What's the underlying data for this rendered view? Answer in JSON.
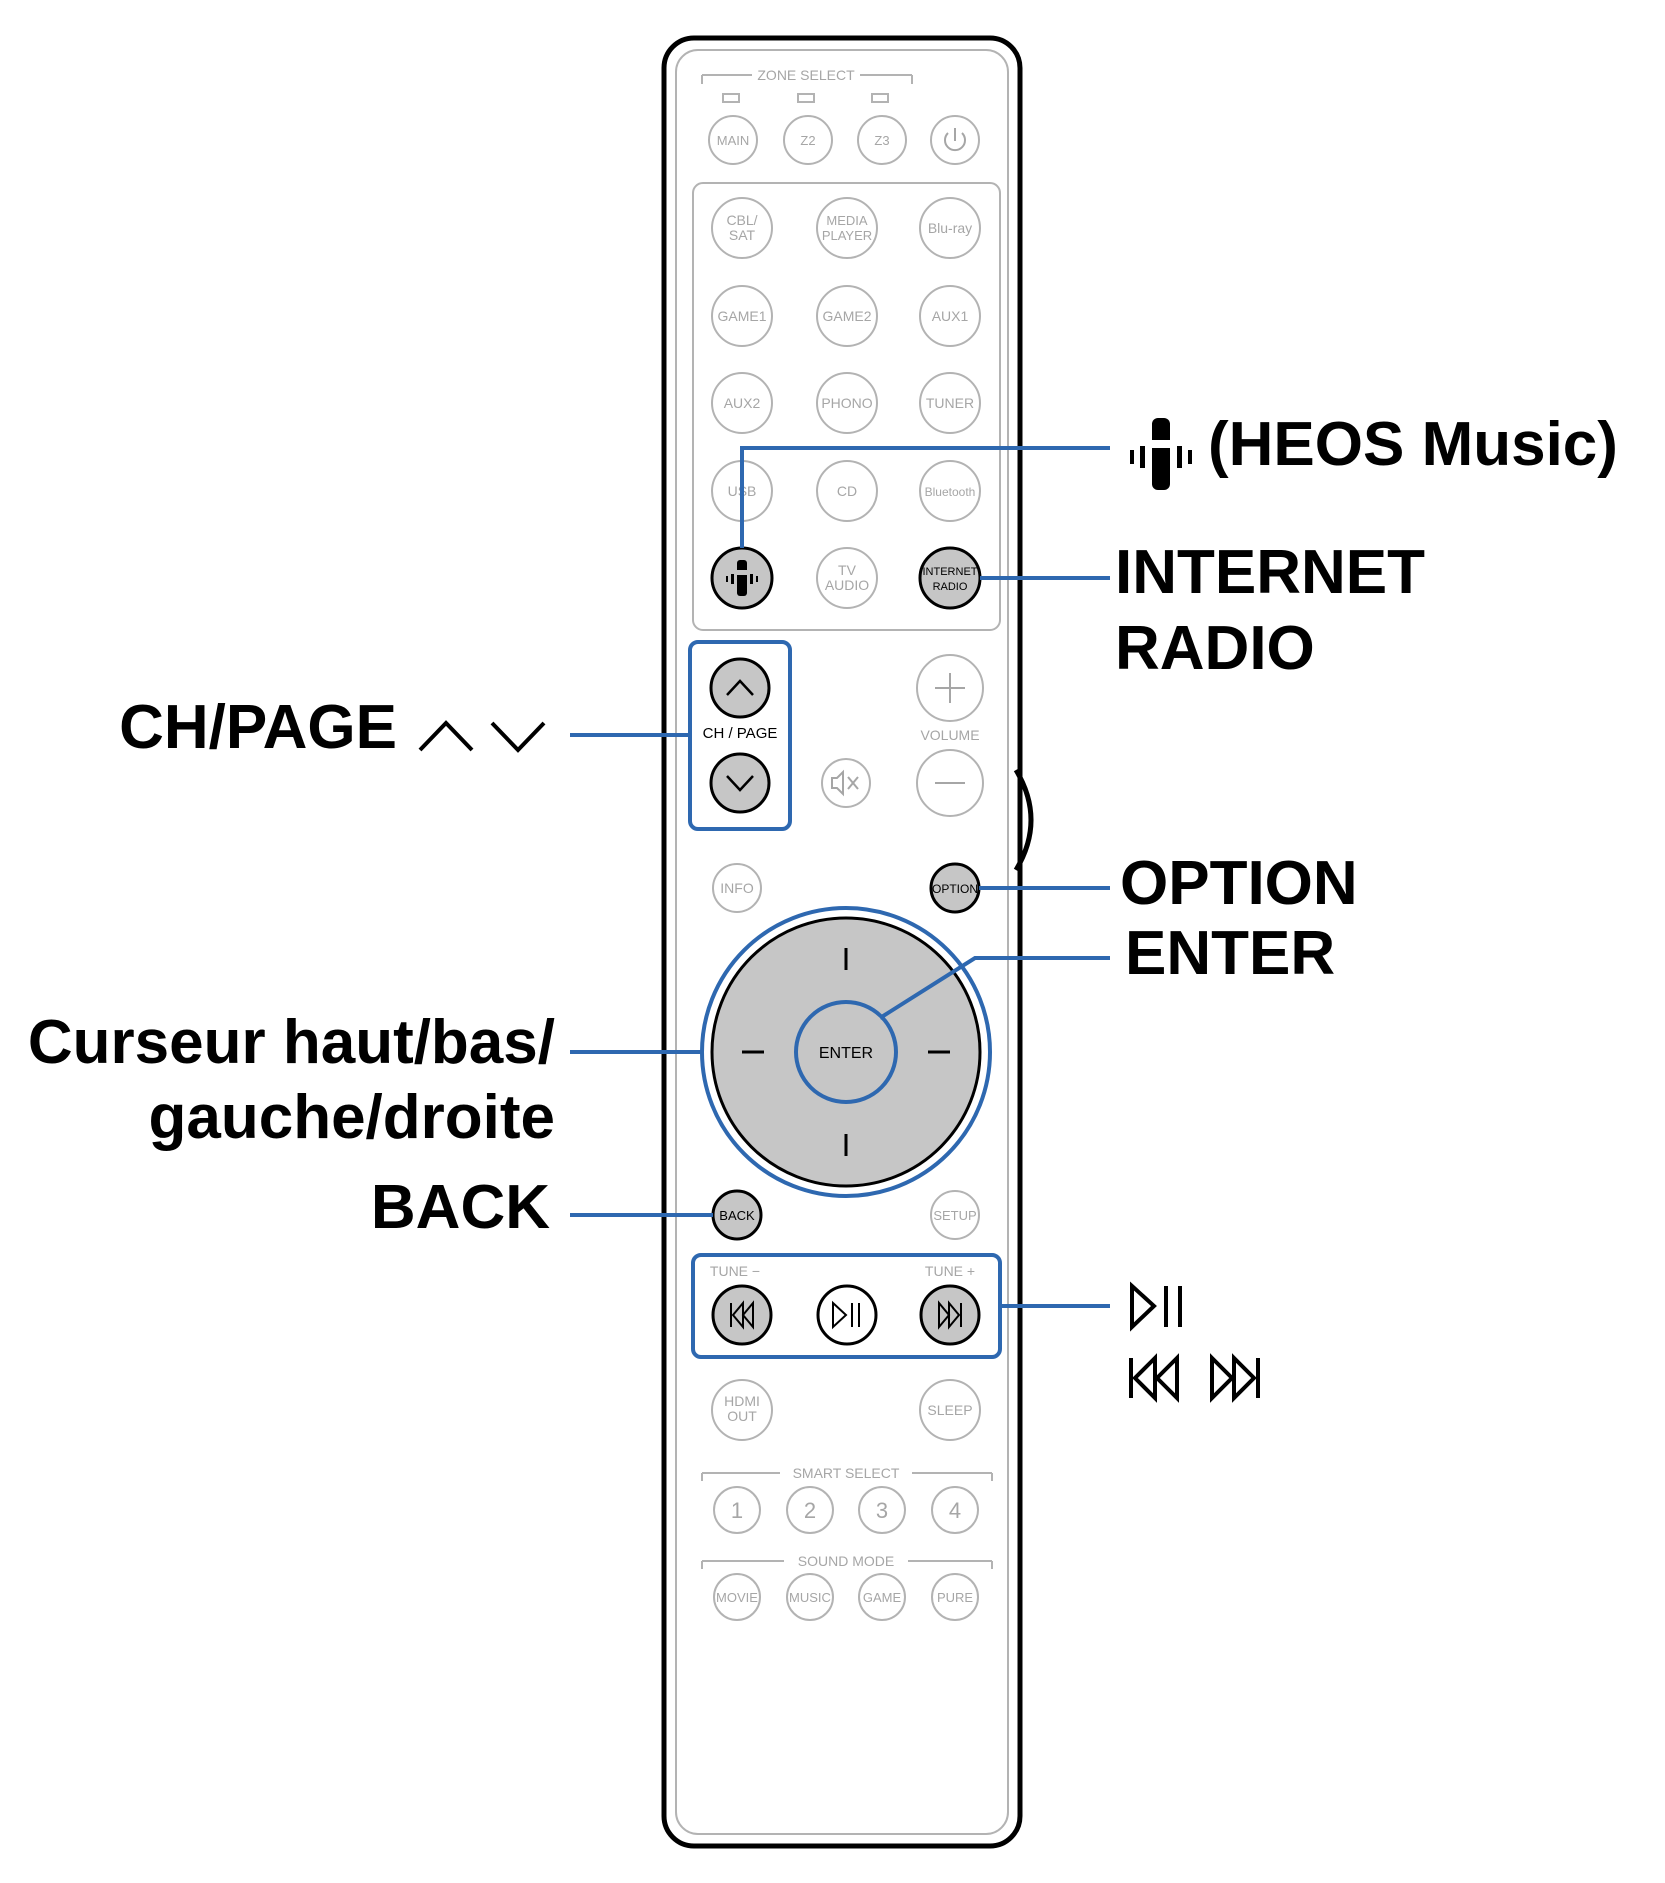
{
  "remote": {
    "zone_select": {
      "title": "ZONE SELECT",
      "buttons": [
        "MAIN",
        "Z2",
        "Z3"
      ]
    },
    "inputs": {
      "row1": [
        "CBL/",
        "SAT",
        "MEDIA",
        "PLAYER",
        "Blu-ray"
      ],
      "row2": [
        "GAME1",
        "GAME2",
        "AUX1"
      ],
      "row3": [
        "AUX2",
        "PHONO",
        "TUNER"
      ],
      "row4": [
        "USB",
        "CD",
        "Bluetooth"
      ],
      "row5": [
        "TV",
        "AUDIO",
        "INTERNET",
        "RADIO"
      ]
    },
    "ch_page_label": "CH / PAGE",
    "volume_label": "VOLUME",
    "info_label": "INFO",
    "option_label": "OPTION",
    "enter_label": "ENTER",
    "back_label": "BACK",
    "setup_label": "SETUP",
    "tune_minus": "TUNE −",
    "tune_plus": "TUNE +",
    "hdmi_out": [
      "HDMI",
      "OUT"
    ],
    "sleep_label": "SLEEP",
    "smart_select": {
      "title": "SMART SELECT",
      "buttons": [
        "1",
        "2",
        "3",
        "4"
      ]
    },
    "sound_mode": {
      "title": "SOUND MODE",
      "buttons": [
        "MOVIE",
        "MUSIC",
        "GAME",
        "PURE"
      ]
    }
  },
  "callouts": {
    "heos": "(HEOS Music)",
    "internet_radio_line1": "INTERNET",
    "internet_radio_line2": "RADIO",
    "ch_page": "CH/PAGE",
    "option": "OPTION",
    "enter": "ENTER",
    "cursor_line1": "Curseur haut/bas/",
    "cursor_line2": "gauche/droite",
    "back": "BACK"
  },
  "colors": {
    "highlight": "#2e68b0",
    "pressed_fill": "#c6c6c6",
    "outline": "#b3b3b3",
    "label_gray": "#a6a6a6"
  }
}
